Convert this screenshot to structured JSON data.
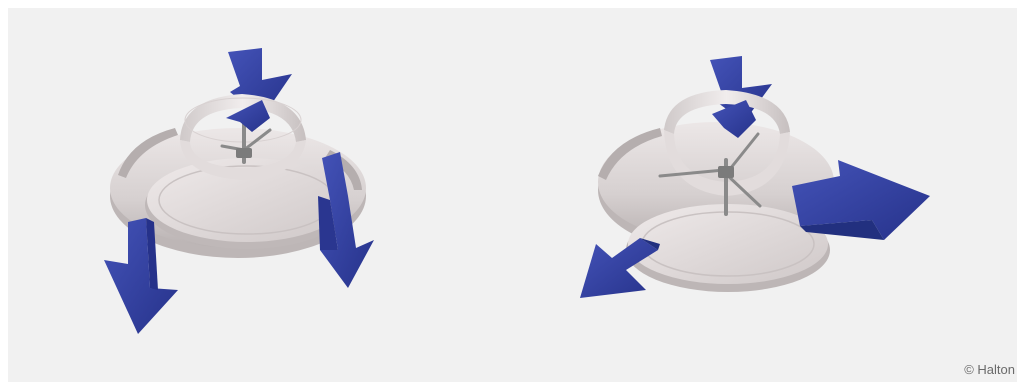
{
  "figure": {
    "background_color": "#f1f1f1",
    "arrow_color": "#3240a0",
    "metal_color": "#d8d2d2",
    "rod_color": "#8a8a8a",
    "panels": [
      {
        "state": "vertical-downward-flow"
      },
      {
        "state": "horizontal-radial-flow"
      }
    ]
  },
  "credit": "© Halton"
}
